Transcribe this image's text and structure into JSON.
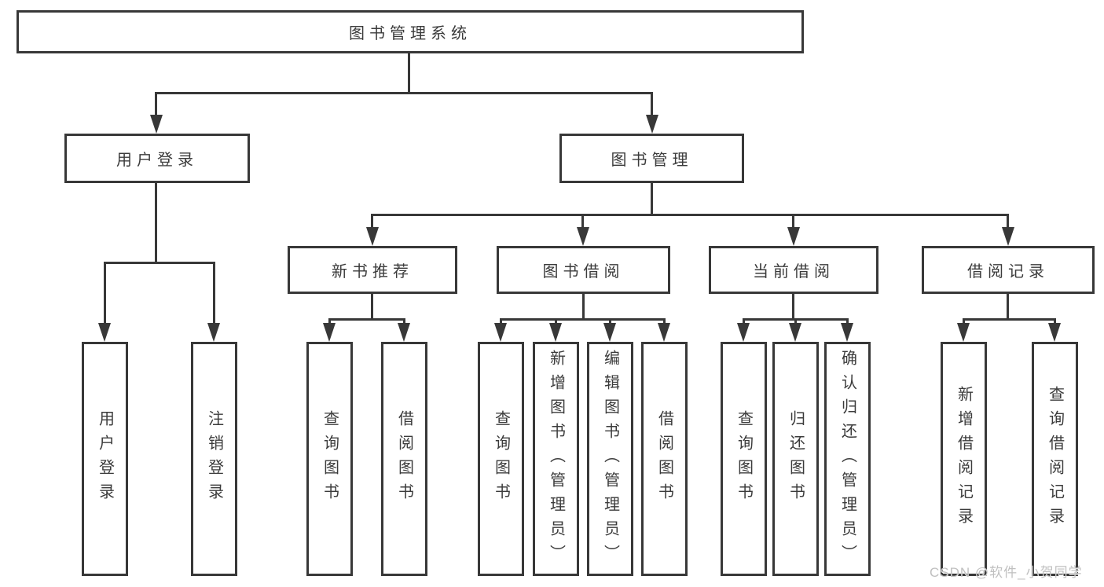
{
  "nodes": {
    "root": "图书管理系统",
    "level2": [
      {
        "label": "用户登录"
      },
      {
        "label": "图书管理"
      }
    ],
    "level3": [
      {
        "label": "新书推荐"
      },
      {
        "label": "图书借阅"
      },
      {
        "label": "当前借阅"
      },
      {
        "label": "借阅记录"
      }
    ],
    "leaves": {
      "login": [
        "用户登录",
        "注销登录"
      ],
      "newbook": [
        "查询图书",
        "借阅图书"
      ],
      "borrow": [
        "查询图书",
        "新增图书（管理员）",
        "编辑图书（管理员）",
        "借阅图书"
      ],
      "current": [
        "查询图书",
        "归还图书",
        "确认归还（管理员）"
      ],
      "records": [
        "新增借阅记录",
        "查询借阅记录"
      ]
    }
  },
  "watermark": "CSDN @软件_小贺同学",
  "colors": {
    "line": "#383838",
    "text": "#3b3b3b",
    "watermark": "#c0c0c0",
    "background": "#ffffff"
  }
}
